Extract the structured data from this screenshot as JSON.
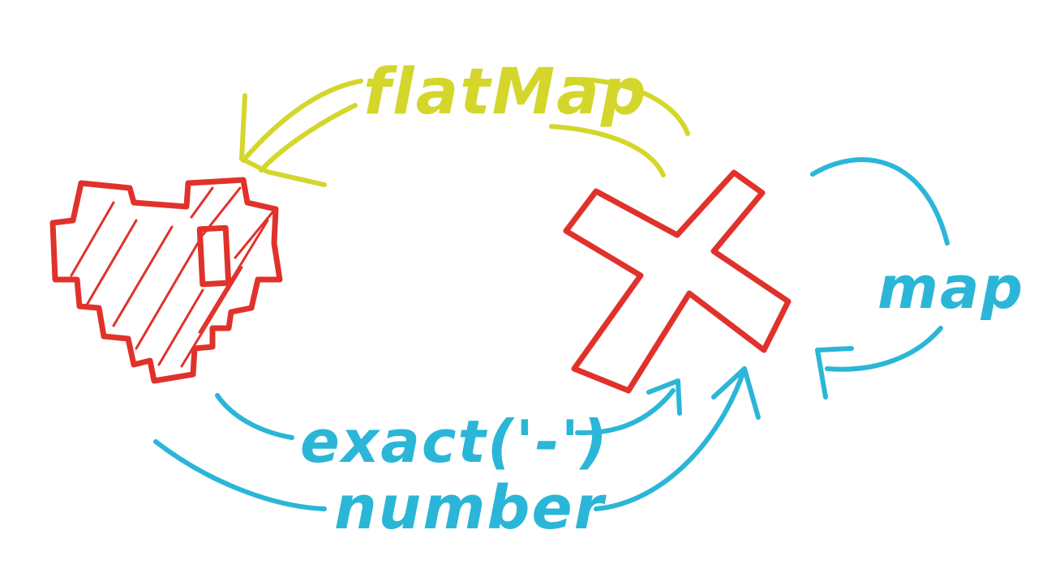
{
  "diagram": {
    "labels": {
      "flatmap": "flatMap",
      "map": "map",
      "exact": "exact('-')",
      "number": "number"
    },
    "nodes": {
      "heart": "pixel-heart-icon",
      "cross": "cross-icon"
    },
    "edges": [
      {
        "from": "cross",
        "to": "heart",
        "label": "flatMap"
      },
      {
        "from": "cross",
        "to": "cross",
        "label": "map"
      },
      {
        "from": "heart",
        "to": "cross",
        "label": "exact('-')"
      },
      {
        "from": "heart",
        "to": "cross",
        "label": "number"
      }
    ],
    "colors": {
      "red": "#e0322b",
      "yellow": "#d4d62c",
      "blue": "#2bb6d8",
      "background": "#ffffff"
    }
  }
}
